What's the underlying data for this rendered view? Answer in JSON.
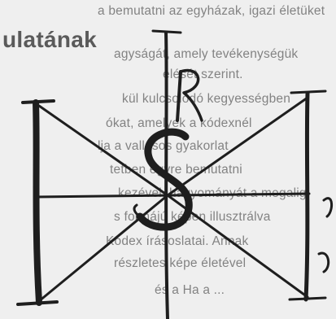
{
  "heading": "ulatának",
  "body_lines": [
    "ulatának",
    "a bemutatni az egyházak, igazi életüket",
    "agyságát, amely tevékenységük",
    "élését szerint.",
    "kül kulcsolódó kegyességben",
    "ókat, amelyek a kódexnél",
    "lja a vallásos gyakorlat",
    "tetben egyre bemutatni",
    "kezével, hagyományát a megalig",
    "s formájú képen illusztrálva",
    "Kódex írásoslatai. Annak",
    "részletes képe életével",
    "és a Ha a ..."
  ],
  "monogram": {
    "description_key": "manuscript-monogram",
    "ink_color": "#1e1e1e"
  }
}
